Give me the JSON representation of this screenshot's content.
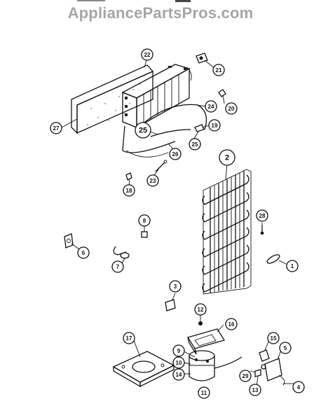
{
  "watermark": "AppliancePartsPros.com",
  "callouts": [
    "22",
    "21",
    "27",
    "24",
    "20",
    "25",
    "19",
    "25",
    "26",
    "23",
    "18",
    "2",
    "28",
    "8",
    "6",
    "7",
    "1",
    "3",
    "12",
    "16",
    "17",
    "9",
    "10",
    "14",
    "11",
    "15",
    "5",
    "29",
    "13",
    "4"
  ]
}
